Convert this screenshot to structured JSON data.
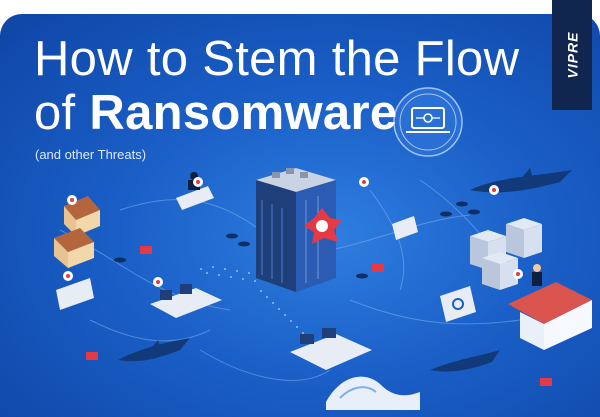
{
  "title": {
    "line1": "How to Stem the Flow",
    "line2_prefix": "of ",
    "line2_emphasis": "Ransomware"
  },
  "subtitle": "(and other Threats)",
  "brand": "VIPRE",
  "colors": {
    "background": "#1a5fc7",
    "brand_tab": "#10264f",
    "title": "#ffffff",
    "alert": "#e63946",
    "roof": "#d9534f"
  }
}
